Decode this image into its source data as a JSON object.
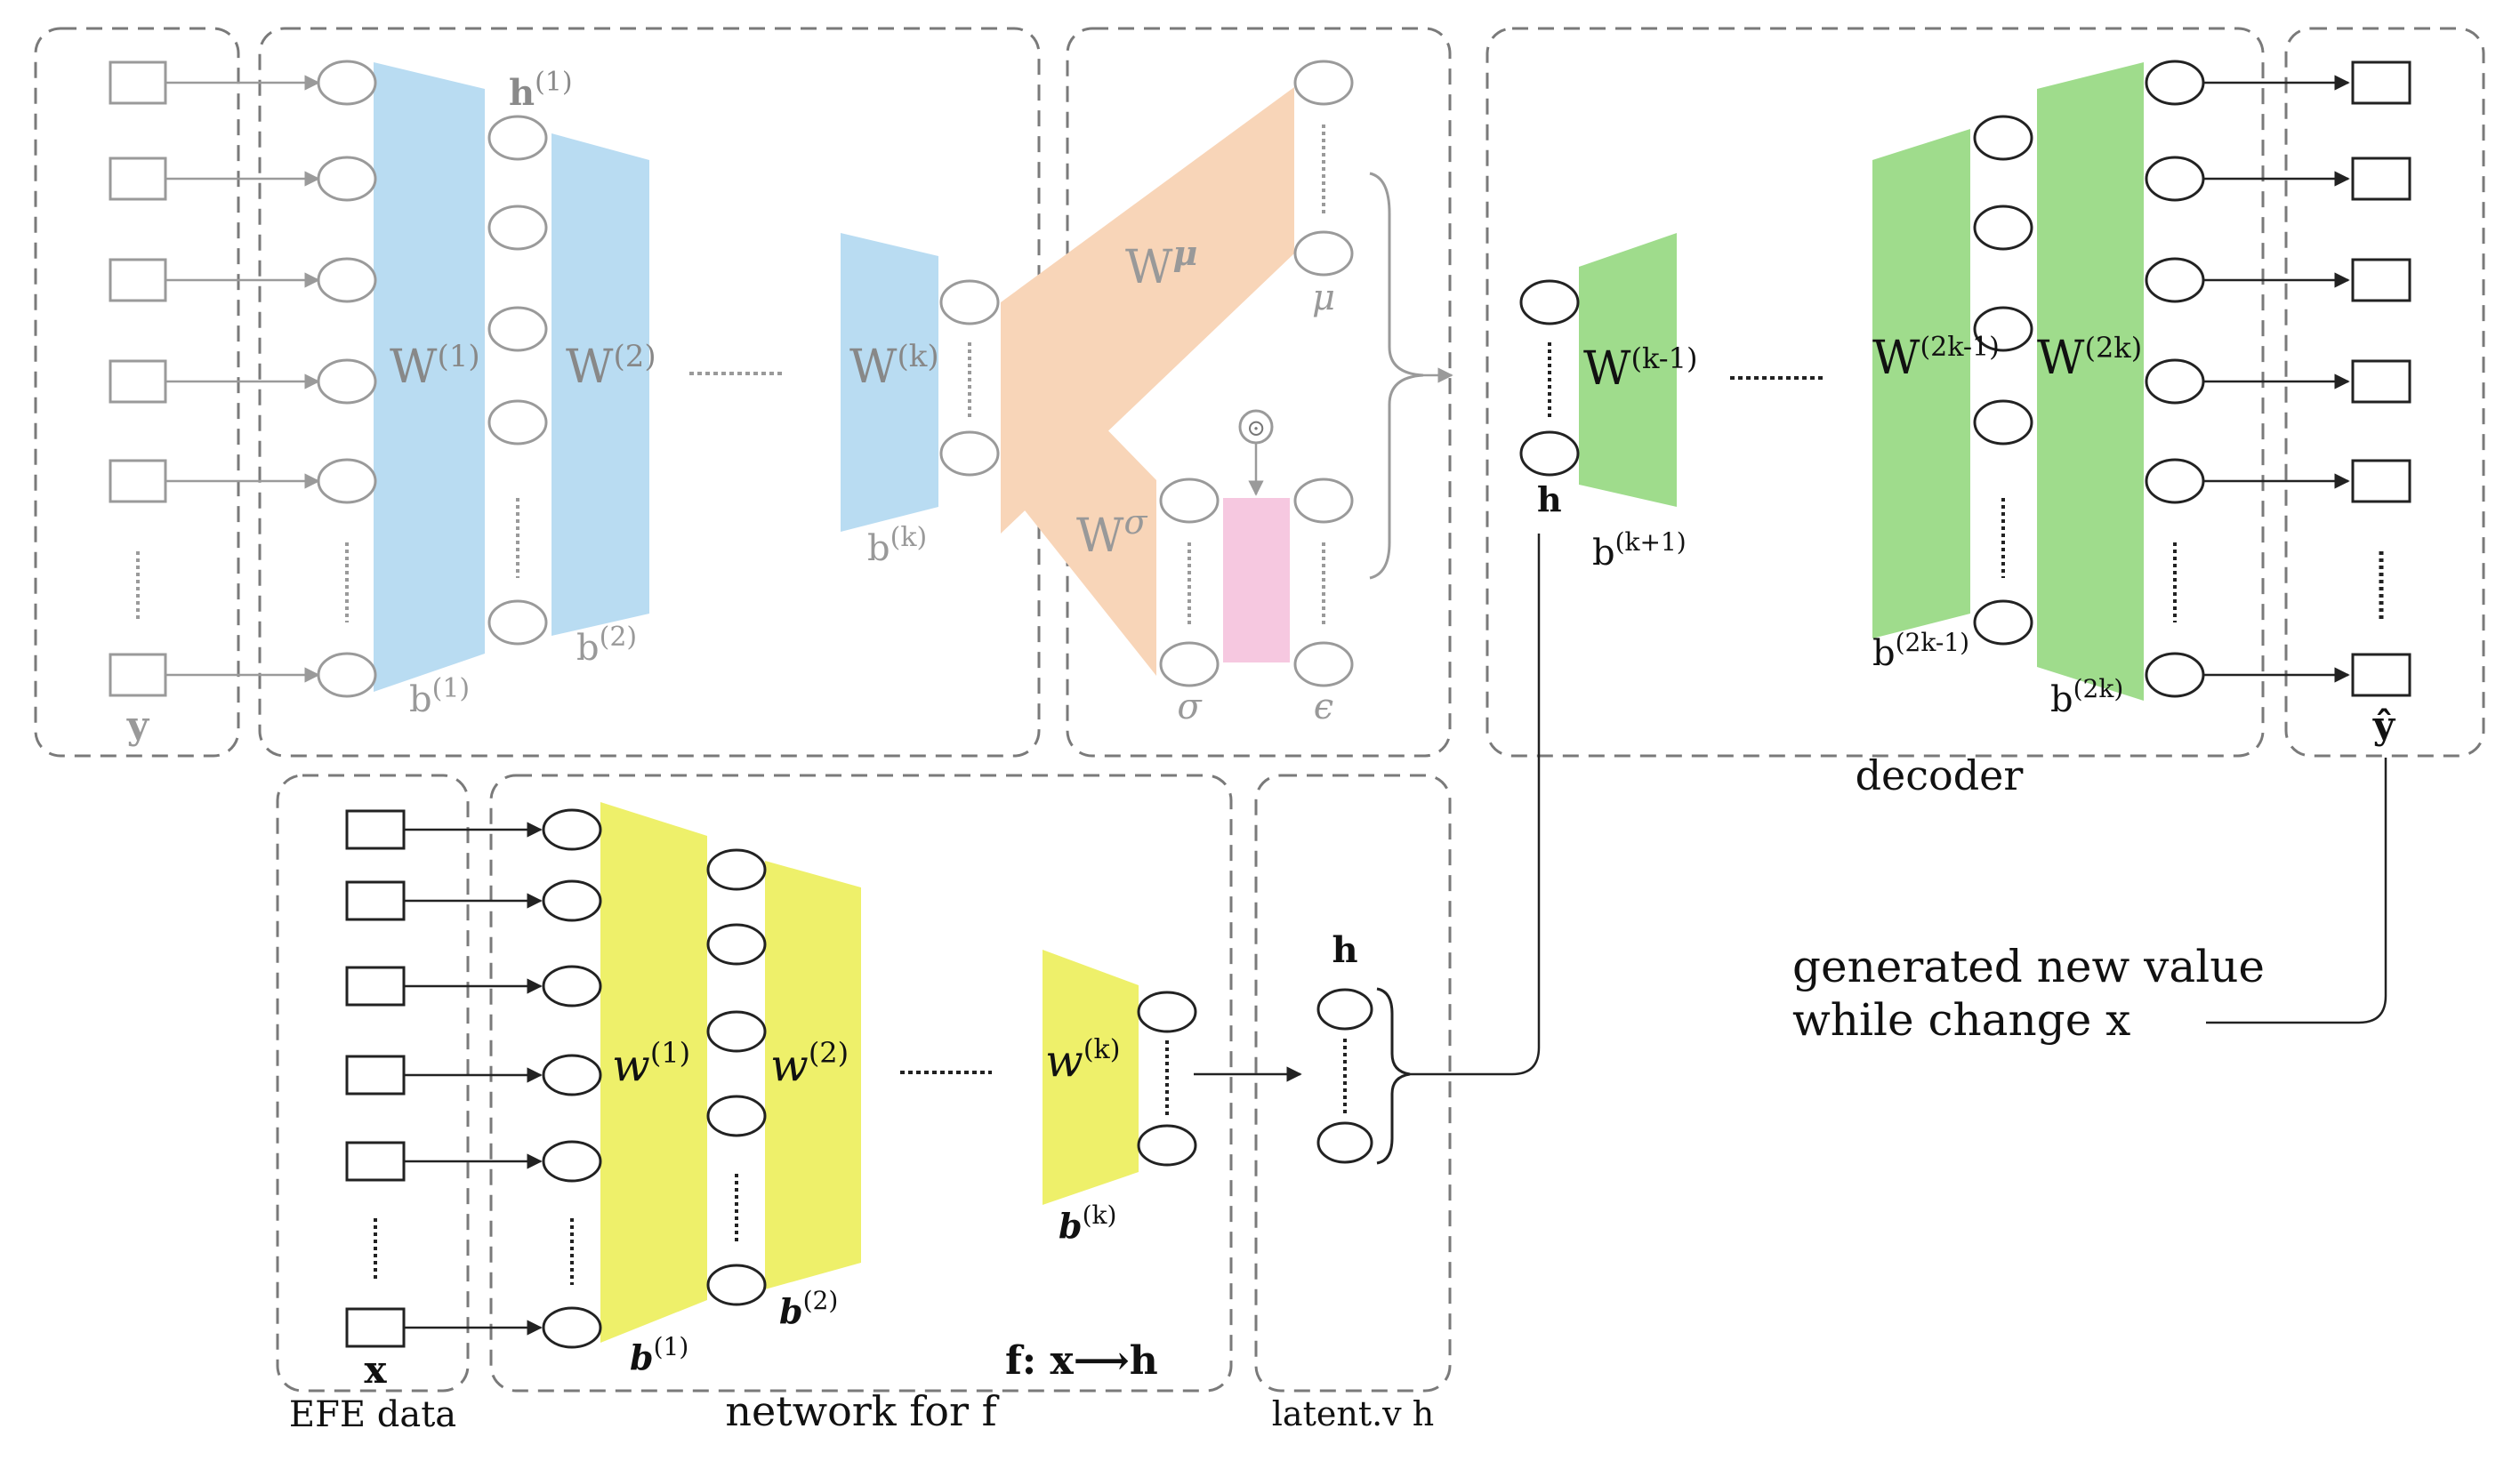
{
  "labels": {
    "y_input": "y",
    "y_output": "ŷ",
    "h1": "h(1)",
    "W1": "W(1)",
    "W2": "W(2)",
    "b1": "b(1)",
    "b2": "b(2)",
    "Wk": "W(k)",
    "bk": "b(k)",
    "Wmu": "Wμ",
    "Wsigma": "Wσ",
    "mu": "μ",
    "sigma": "σ",
    "eps": "ϵ",
    "odot": "⊙",
    "h_dec": "h",
    "Wk1": "W(k-1)",
    "bk1": "b(k+1)",
    "W2k1": "W(2k-1)",
    "W2k": "W(2k)",
    "b2k1": "b(2k-1)",
    "b2k": "b(2k)",
    "decoder": "decoder",
    "x_input": "x",
    "efe_caption": "EFE data",
    "w1": "w(1)",
    "w2": "w(2)",
    "wk": "w(k)",
    "bb1": "b(1)",
    "bb2": "b(2)",
    "bbk": "b(k)",
    "f_map": "f: x⟶h",
    "network_caption": "network for f",
    "h_latent": "h",
    "latent_caption": "latent.v h",
    "generated_line1": "generated new value",
    "generated_line2": "while change x"
  },
  "colors": {
    "encoder_blue": "#b9dcf2",
    "variational_orange": "#f8d5b8",
    "noise_pink": "#f6c8e0",
    "decoder_green": "#9fdc8c",
    "f_network_yellow": "#eef06a",
    "faded_stroke": "#9a9a9a",
    "dark_stroke": "#3a3a3a",
    "dash_box": "#777777"
  }
}
